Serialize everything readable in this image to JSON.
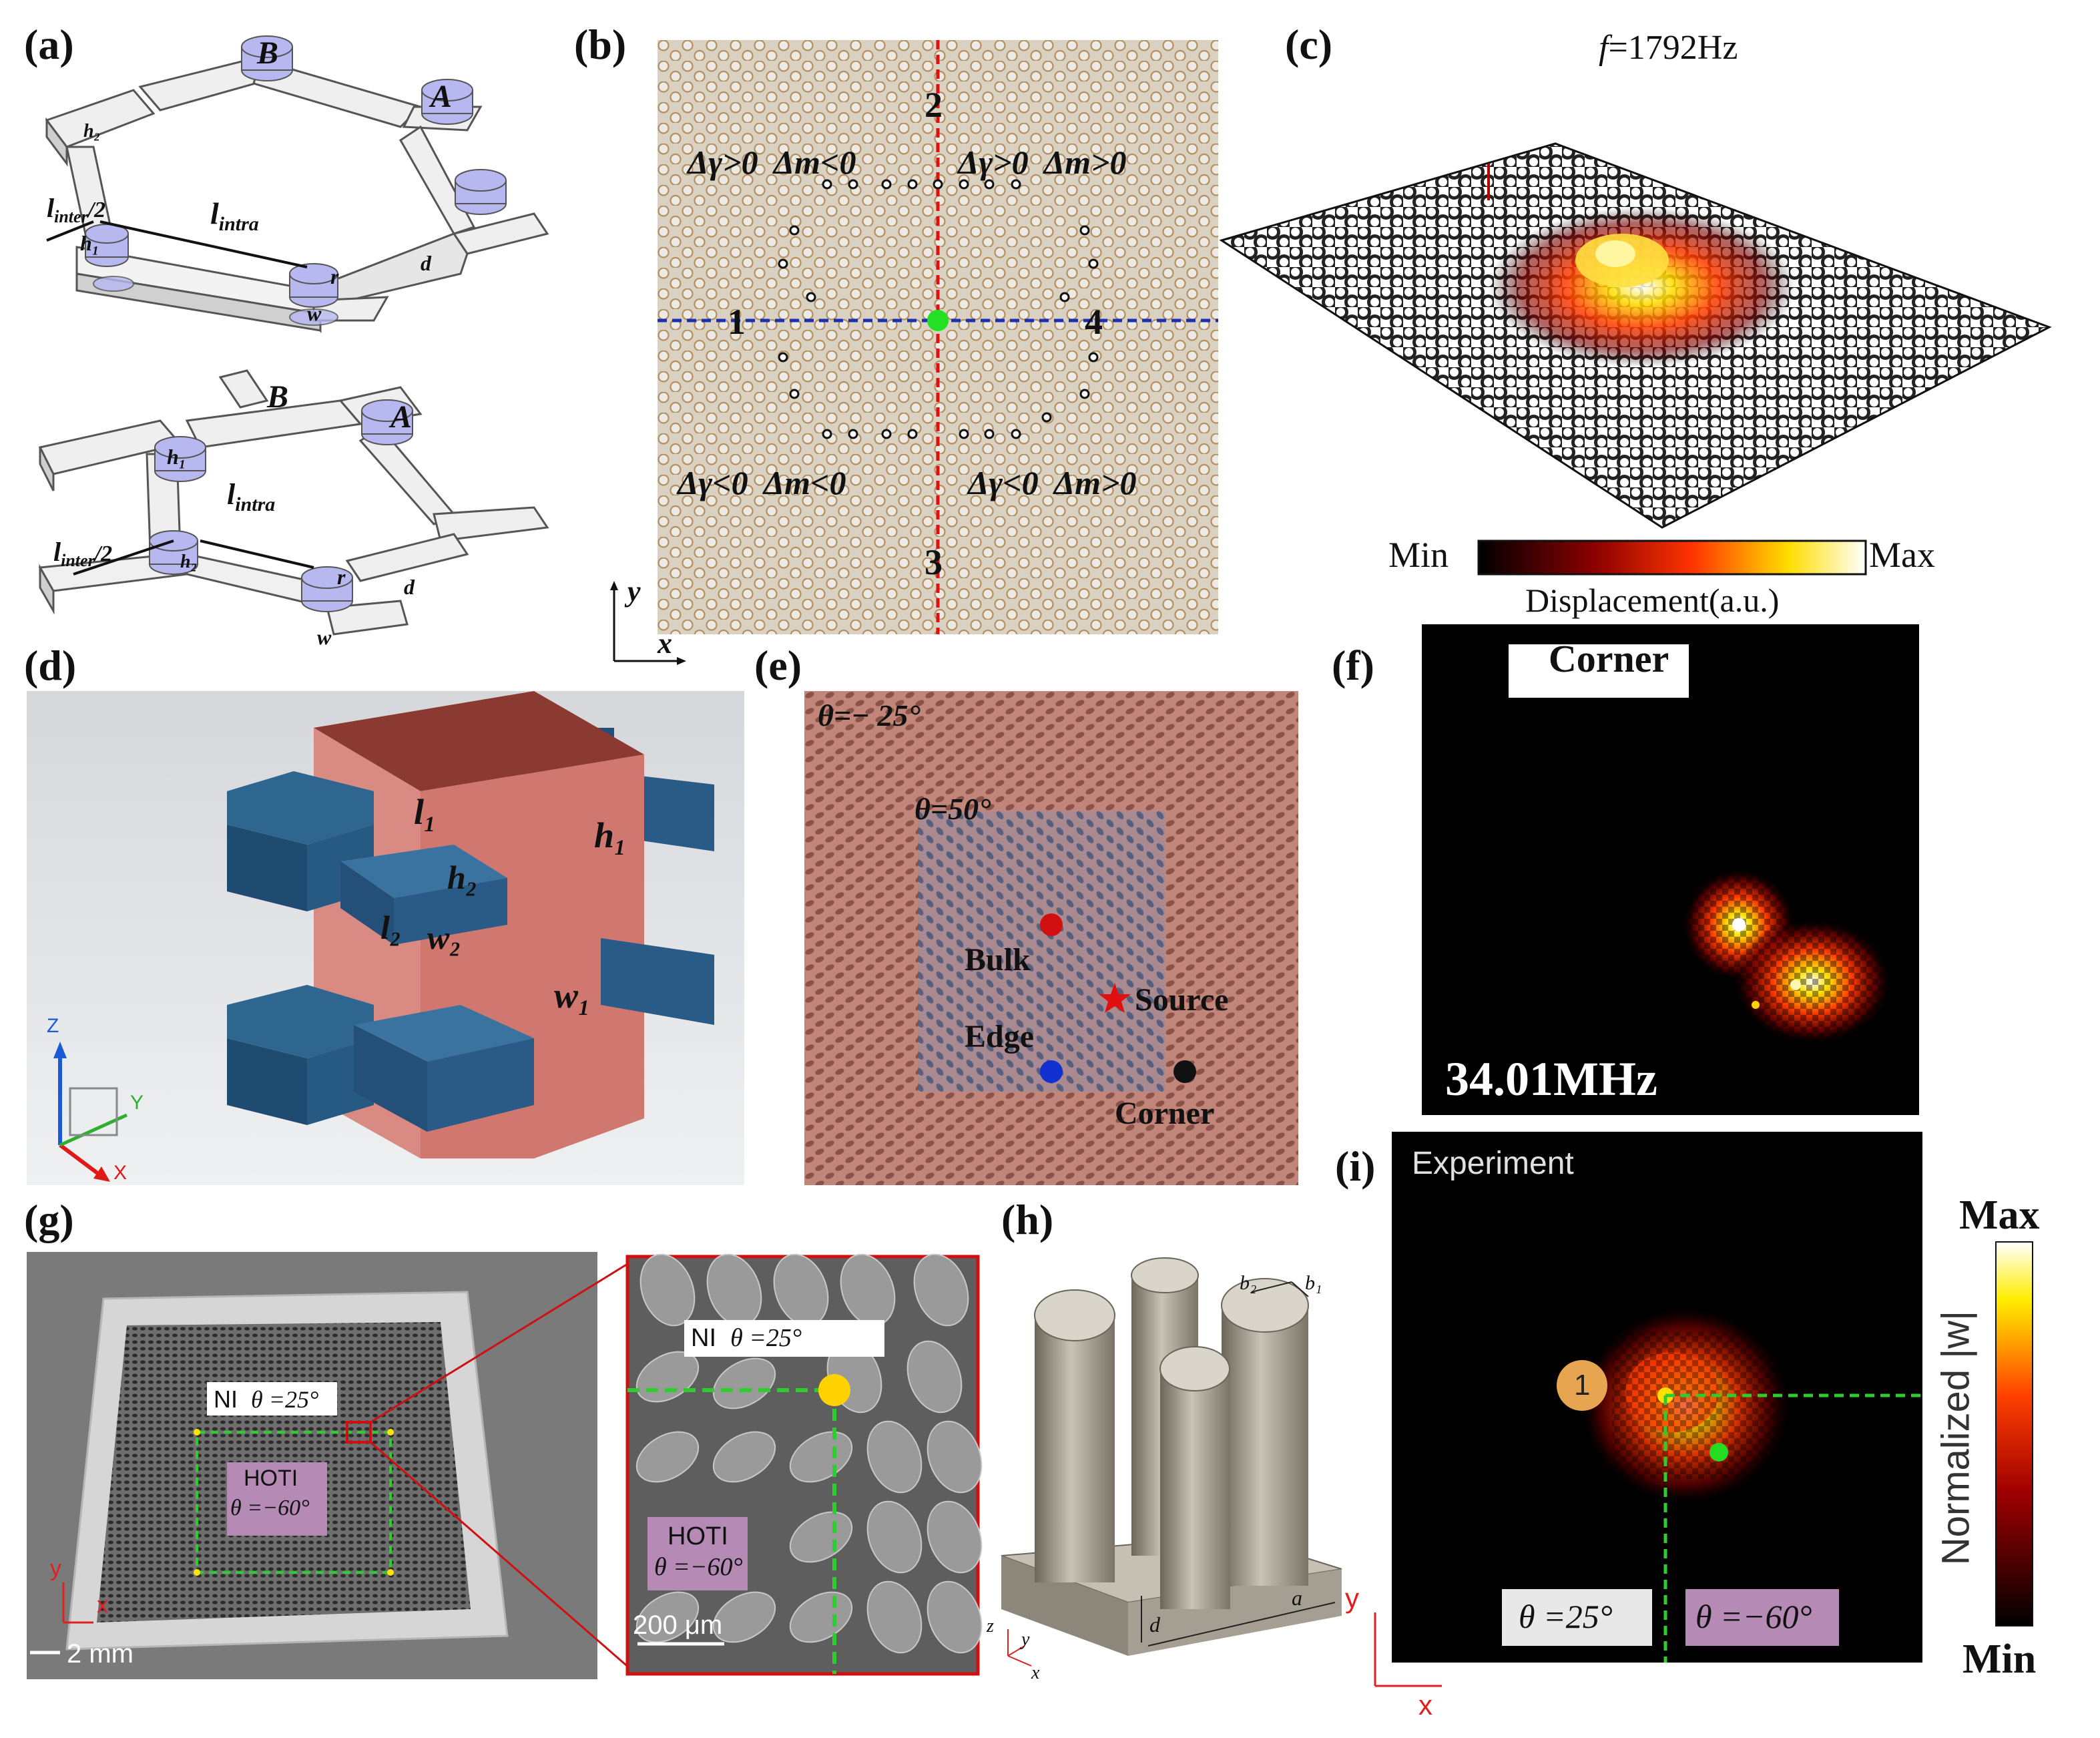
{
  "panels": {
    "a": {
      "label": "(a)",
      "top_cell": {
        "B": "B",
        "A": "A",
        "h2": "h₂",
        "l_inter": "l",
        "l_inter_sub": "inter",
        "l_inter_tail": "/2",
        "h1": "h₁",
        "l_intra": "l",
        "l_intra_sub": "intra",
        "r": "r",
        "d": "d",
        "w": "w"
      },
      "bottom_cell": {
        "B": "B",
        "A": "A",
        "h1": "h₁",
        "l_inter": "l",
        "l_inter_sub": "inter",
        "l_inter_tail": "/2",
        "l_intra": "l",
        "l_intra_sub": "intra",
        "h2": "h₂",
        "r": "r",
        "d": "d",
        "w": "w"
      }
    },
    "b": {
      "label": "(b)",
      "quadrants": [
        "Δγ>0  Δm<0",
        "Δγ>0  Δm>0",
        "Δγ<0  Δm<0",
        "Δγ<0  Δm>0"
      ],
      "lines": [
        "1",
        "2",
        "3",
        "4"
      ],
      "axis_y": "y",
      "axis_x": "x"
    },
    "c": {
      "label": "(c)",
      "freq_italic": "f",
      "freq_rest": "=1792Hz",
      "colorbar_min": "Min",
      "colorbar_max": "Max",
      "colorbar_title": "Displacement(a.u.)"
    },
    "d": {
      "label": "(d)",
      "l1": "l₁",
      "h1": "h₁",
      "h2": "h₂",
      "l2": "l₂",
      "w2": "w₂",
      "w1": "w₁",
      "axes": {
        "z": "Z",
        "y": "Y",
        "x": "X"
      }
    },
    "e": {
      "label": "(e)",
      "theta_outer": "θ=− 25°",
      "theta_inner": "θ=50°",
      "bulk": "Bulk",
      "source": "Source",
      "edge": "Edge",
      "corner": "Corner"
    },
    "f": {
      "label": "(f)",
      "title": "Corner",
      "freq": "34.01MHz"
    },
    "g": {
      "label": "(g)",
      "ni_label": "NI",
      "ni_theta": "θ =25°",
      "hoti_label": "HOTI",
      "hoti_theta": "θ =−60°",
      "scale_main": "2 mm",
      "scale_zoom": "200 μm",
      "axis_y": "y",
      "axis_x": "x"
    },
    "h": {
      "label": "(h)",
      "b2": "b₂",
      "b1": "b₁",
      "d": "d",
      "a": "a",
      "axes": {
        "z": "z",
        "y": "y",
        "x": "x"
      }
    },
    "i": {
      "label": "(i)",
      "title": "Experiment",
      "marker": "1",
      "theta_left": "θ =25°",
      "theta_right": "θ =−60°",
      "colorbar_max": "Max",
      "colorbar_min": "Min",
      "colorbar_title": "Normalized |w|",
      "axis_y": "y",
      "axis_x": "x"
    }
  }
}
